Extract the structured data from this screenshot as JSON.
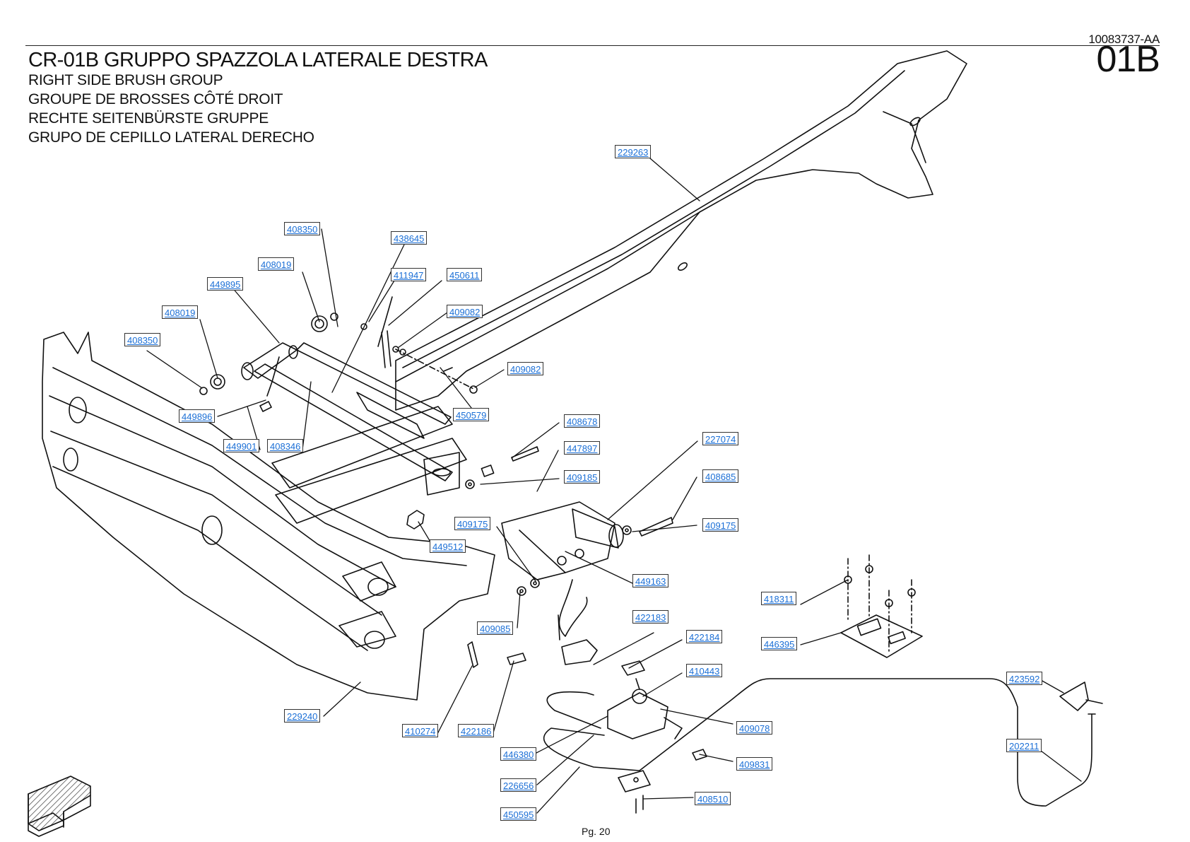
{
  "document_code": "10083737-AA",
  "page_code": "01B",
  "title": "CR-01B GRUPPO SPAZZOLA LATERALE DESTRA",
  "subtitles": [
    "RIGHT SIDE BRUSH GROUP",
    "GROUPE DE BROSSES CÔTÉ DROIT",
    "RECHTE SEITENBÜRSTE GRUPPE",
    "GRUPO DE CEPILLO LATERAL DERECHO"
  ],
  "callouts": [
    {
      "id": "c-229263",
      "label": "229263"
    },
    {
      "id": "c-408350a",
      "label": "408350"
    },
    {
      "id": "c-438645",
      "label": "438645"
    },
    {
      "id": "c-408019a",
      "label": "408019"
    },
    {
      "id": "c-411947",
      "label": "411947"
    },
    {
      "id": "c-450611",
      "label": "450611"
    },
    {
      "id": "c-449895",
      "label": "449895"
    },
    {
      "id": "c-409082a",
      "label": "409082"
    },
    {
      "id": "c-408019b",
      "label": "408019"
    },
    {
      "id": "c-408350b",
      "label": "408350"
    },
    {
      "id": "c-409082b",
      "label": "409082"
    },
    {
      "id": "c-449896",
      "label": "449896"
    },
    {
      "id": "c-450579",
      "label": "450579"
    },
    {
      "id": "c-408678",
      "label": "408678"
    },
    {
      "id": "c-449901",
      "label": "449901"
    },
    {
      "id": "c-408346",
      "label": "408346"
    },
    {
      "id": "c-227074",
      "label": "227074"
    },
    {
      "id": "c-447897",
      "label": "447897"
    },
    {
      "id": "c-409185",
      "label": "409185"
    },
    {
      "id": "c-408685",
      "label": "408685"
    },
    {
      "id": "c-409175a",
      "label": "409175"
    },
    {
      "id": "c-409175b",
      "label": "409175"
    },
    {
      "id": "c-449512",
      "label": "449512"
    },
    {
      "id": "c-449163",
      "label": "449163"
    },
    {
      "id": "c-418311",
      "label": "418311"
    },
    {
      "id": "c-422183",
      "label": "422183"
    },
    {
      "id": "c-409085",
      "label": "409085"
    },
    {
      "id": "c-446395",
      "label": "446395"
    },
    {
      "id": "c-422184",
      "label": "422184"
    },
    {
      "id": "c-410443",
      "label": "410443"
    },
    {
      "id": "c-423592",
      "label": "423592"
    },
    {
      "id": "c-229240",
      "label": "229240"
    },
    {
      "id": "c-410274",
      "label": "410274"
    },
    {
      "id": "c-422186",
      "label": "422186"
    },
    {
      "id": "c-409078",
      "label": "409078"
    },
    {
      "id": "c-202211",
      "label": "202211"
    },
    {
      "id": "c-446380",
      "label": "446380"
    },
    {
      "id": "c-409831",
      "label": "409831"
    },
    {
      "id": "c-226656",
      "label": "226656"
    },
    {
      "id": "c-408510",
      "label": "408510"
    },
    {
      "id": "c-450595",
      "label": "450595"
    }
  ],
  "page_number": "Pg. 20"
}
